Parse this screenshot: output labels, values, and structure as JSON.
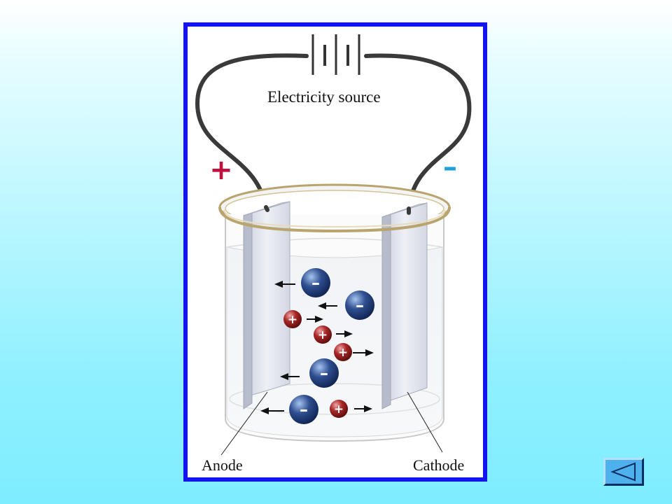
{
  "diagram": {
    "source_label": "Electricity source",
    "positive_terminal": "+",
    "negative_terminal": "–",
    "anode_label": "Anode",
    "cathode_label": "Cathode",
    "anion_sign": "–",
    "cation_sign": "+"
  },
  "colors": {
    "frame_border": "#1414ee",
    "positive": "#c0103c",
    "negative": "#1ea0d8",
    "anion": "#1f3a78",
    "cation": "#a01e22",
    "button": "#4fb0ee"
  },
  "nav": {
    "back_icon": "triangle-left-icon"
  }
}
